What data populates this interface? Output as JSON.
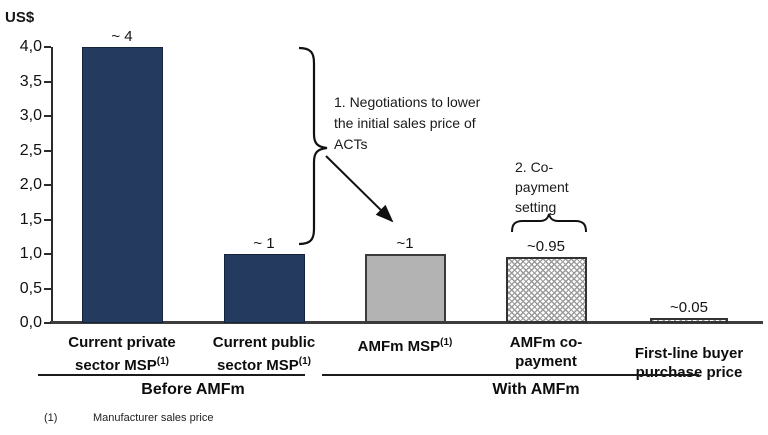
{
  "chart_data": {
    "type": "bar",
    "title": "",
    "y_axis_title": "US$",
    "ylim": [
      0,
      4
    ],
    "y_tick_step": 0.5,
    "decimal_separator": ",",
    "y_ticks": [
      "4,0",
      "3,5",
      "3,0",
      "2,5",
      "2,0",
      "1,5",
      "1,0",
      "0,5",
      "0,0"
    ],
    "grid": false,
    "legend": false,
    "categories": [
      "Current private sector MSP(1)",
      "Current public sector MSP(1)",
      "AMFm MSP(1)",
      "AMFm co-payment",
      "First-line buyer purchase price"
    ],
    "values": [
      4,
      1,
      1,
      0.95,
      0.05
    ],
    "bars": [
      {
        "label_lines": [
          "Current private",
          "sector MSP"
        ],
        "sup": "(1)",
        "value": 4,
        "value_label": "~ 4",
        "style": "navy",
        "group": "Before AMFm"
      },
      {
        "label_lines": [
          "Current public",
          "sector MSP"
        ],
        "sup": "(1)",
        "value": 1,
        "value_label": "~ 1",
        "style": "navy",
        "group": "Before AMFm"
      },
      {
        "label_lines": [
          "AMFm MSP"
        ],
        "sup": "(1)",
        "value": 1,
        "value_label": "~1",
        "style": "gray",
        "group": "With AMFm"
      },
      {
        "label_lines": [
          "AMFm co-",
          "payment"
        ],
        "sup": "",
        "value": 0.95,
        "value_label": "~0.95",
        "style": "hatch",
        "group": "With AMFm"
      },
      {
        "label_lines": [
          "First-line buyer",
          "purchase price"
        ],
        "sup": "",
        "value": 0.05,
        "value_label": "~0.05",
        "style": "hatch",
        "group": "With AMFm"
      }
    ],
    "groups": [
      {
        "label": "Before AMFm"
      },
      {
        "label": "With AMFm"
      }
    ],
    "annotations": [
      {
        "id": "negotiations",
        "lines": [
          "1. Negotiations to lower",
          "the initial sales price of",
          "ACTs"
        ]
      },
      {
        "id": "copayment-setting",
        "lines": [
          "2. Co-",
          "payment",
          "setting"
        ]
      }
    ],
    "footnote": {
      "marker": "(1)",
      "text": "Manufacturer sales price"
    },
    "colors": {
      "navy": "#243A5E",
      "gray": "#B3B3B3",
      "hatch_line": "#9A9A9A",
      "axis": "#2B2B2B",
      "annotation_ink": "#111111"
    }
  }
}
